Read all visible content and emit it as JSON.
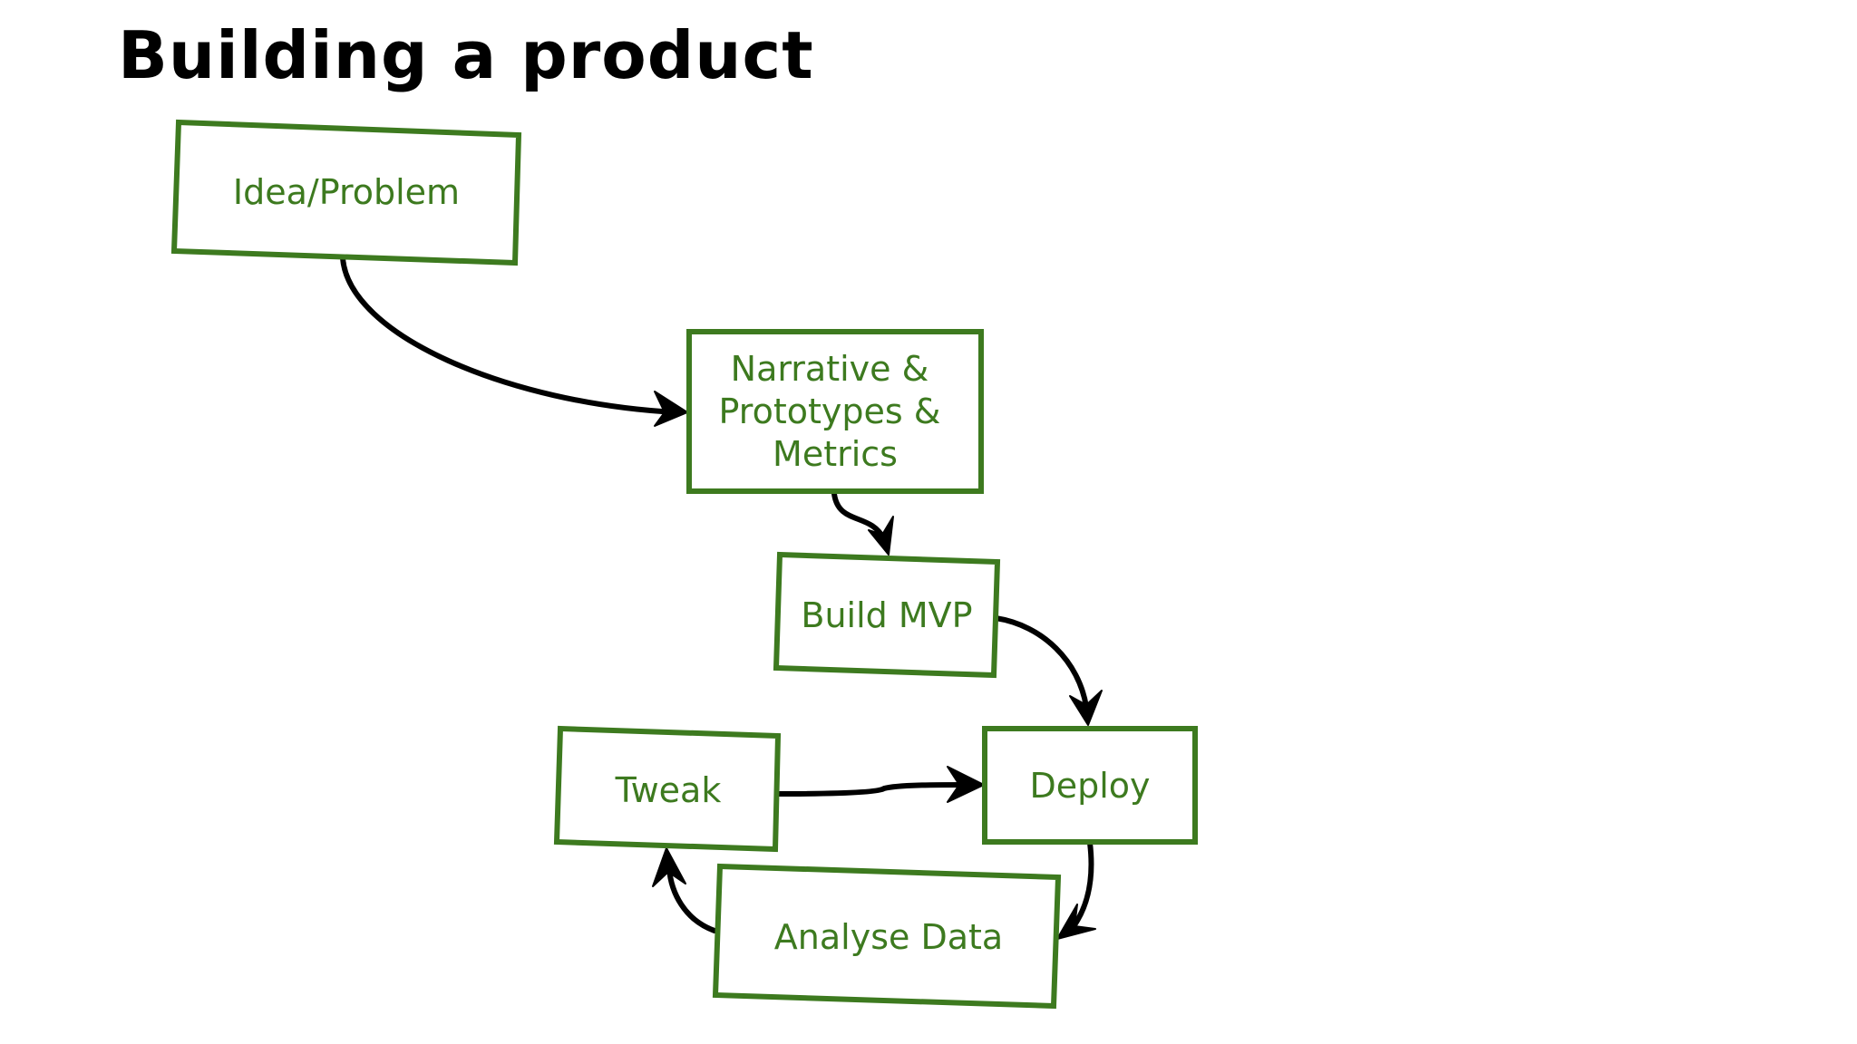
{
  "title": "Building a product",
  "nodes": {
    "idea": {
      "lines": [
        "Idea/Problem"
      ]
    },
    "narrative": {
      "lines": [
        "Narrative &",
        "Prototypes &",
        "Metrics"
      ]
    },
    "build": {
      "lines": [
        "Build MVP"
      ]
    },
    "deploy": {
      "lines": [
        "Deploy"
      ]
    },
    "analyse": {
      "lines": [
        "Analyse Data"
      ]
    },
    "tweak": {
      "lines": [
        "Tweak"
      ]
    }
  },
  "colors": {
    "box_stroke": "#3d7a1f",
    "label": "#3d7a1f",
    "arrow": "#000000",
    "title": "#000000"
  }
}
